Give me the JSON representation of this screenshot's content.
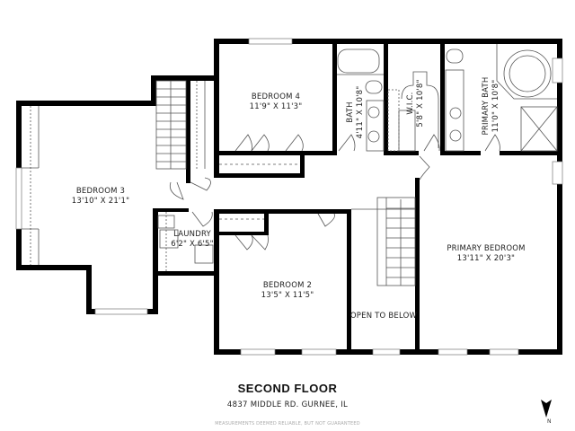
{
  "header": {
    "title": "SECOND FLOOR",
    "address": "4837 MIDDLE RD. GURNEE, IL",
    "disclaimer": "MEASUREMENTS DEEMED RELIABLE, BUT NOT GUARANTEED"
  },
  "compass": {
    "label": "N",
    "icon": "north-arrow-icon"
  },
  "rooms": {
    "bedroom3": {
      "name": "BEDROOM 3",
      "size": "13'10\" X 21'1\""
    },
    "bedroom4": {
      "name": "BEDROOM 4",
      "size": "11'9\" X 11'3\""
    },
    "bath": {
      "name": "BATH",
      "size": "4'11\" X 10'8\""
    },
    "wic": {
      "name": "W.I.C.",
      "size": "5'8\" X 10'8\""
    },
    "primary_bath": {
      "name": "PRIMARY BATH",
      "size": "11'0\" X 10'8\""
    },
    "laundry": {
      "name": "LAUNDRY",
      "size": "6'2\" X 6'5\""
    },
    "bedroom2": {
      "name": "BEDROOM 2",
      "size": "13'5\" X 11'5\""
    },
    "open_to_below": {
      "name": "OPEN TO BELOW"
    },
    "primary_bedroom": {
      "name": "PRIMARY BEDROOM",
      "size": "13'11\" X 20'3\""
    }
  },
  "colors": {
    "wall": "#000000",
    "fixture": "#555555",
    "window": "#ffffff",
    "text": "#222222",
    "disclaimer": "#aaaaaa"
  }
}
